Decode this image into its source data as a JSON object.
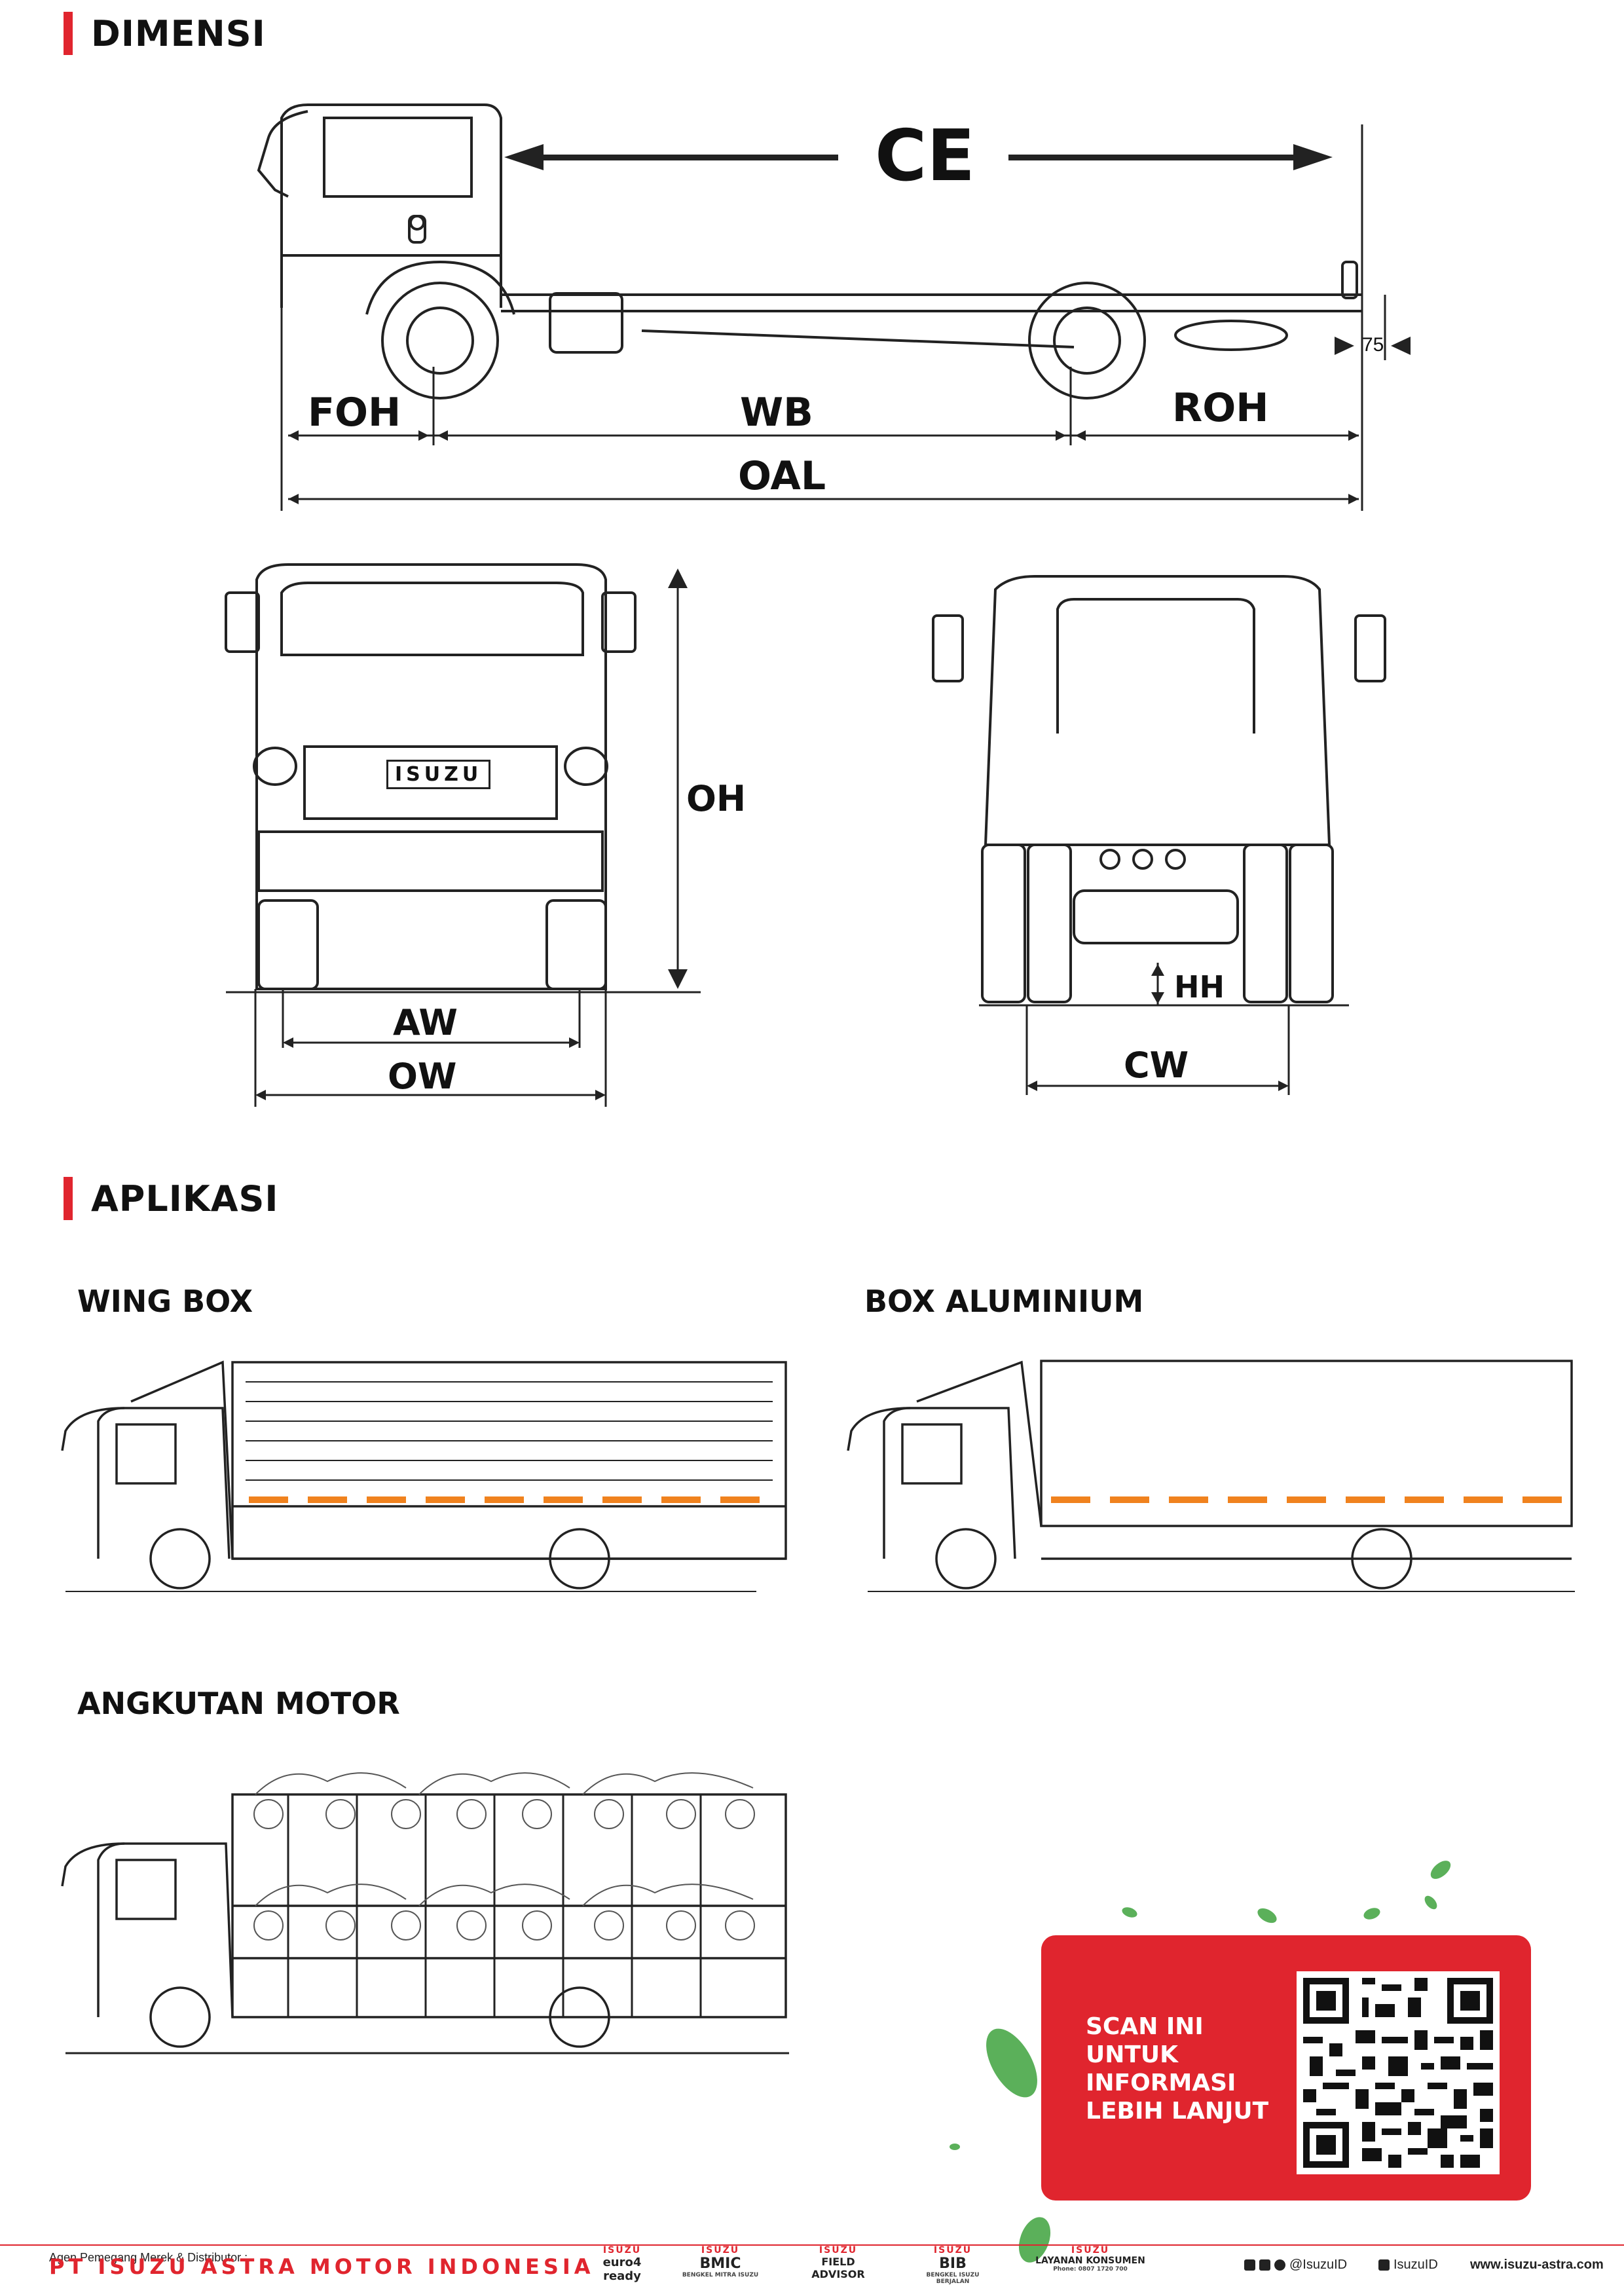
{
  "sections": {
    "dimensi": "DIMENSI",
    "aplikasi": "APLIKASI"
  },
  "dimensions": {
    "ce": "CE",
    "foh": "FOH",
    "wb": "WB",
    "roh": "ROH",
    "oal": "OAL",
    "rear_gap": "75",
    "oh": "OH",
    "aw": "AW",
    "ow": "OW",
    "hh": "HH",
    "cw": "CW",
    "grille_brand": "ISUZU"
  },
  "applications": {
    "wing_box": "WING BOX",
    "box_aluminium": "BOX ALUMINIUM",
    "angkutan_motor": "ANGKUTAN MOTOR"
  },
  "qr_panel": {
    "lines": [
      "SCAN INI",
      "UNTUK",
      "INFORMASI",
      "LEBIH LANJUT"
    ]
  },
  "footer": {
    "agent_label": "Agen Pemegang Merek & Distributor :",
    "company": "PT ISUZU ASTRA MOTOR INDONESIA",
    "logos": [
      {
        "top": "ISUZU",
        "main": "euro4 ready",
        "sub": ""
      },
      {
        "top": "ISUZU",
        "main": "BMIC",
        "sub": "BENGKEL MITRA ISUZU"
      },
      {
        "top": "ISUZU",
        "main": "FIELD ADVISOR",
        "sub": ""
      },
      {
        "top": "ISUZU",
        "main": "BIB",
        "sub": "BENGKEL ISUZU BERJALAN"
      },
      {
        "top": "ISUZU",
        "main": "LAYANAN KONSUMEN",
        "sub": "Phone: 0807 1720 700"
      }
    ],
    "social_handle": "@IsuzuID",
    "youtube_handle": "IsuzuID",
    "website": "www.isuzu-astra.com"
  },
  "colors": {
    "accent": "#e0252e",
    "stripe": "#f0821e",
    "leaf": "#4caf50"
  }
}
